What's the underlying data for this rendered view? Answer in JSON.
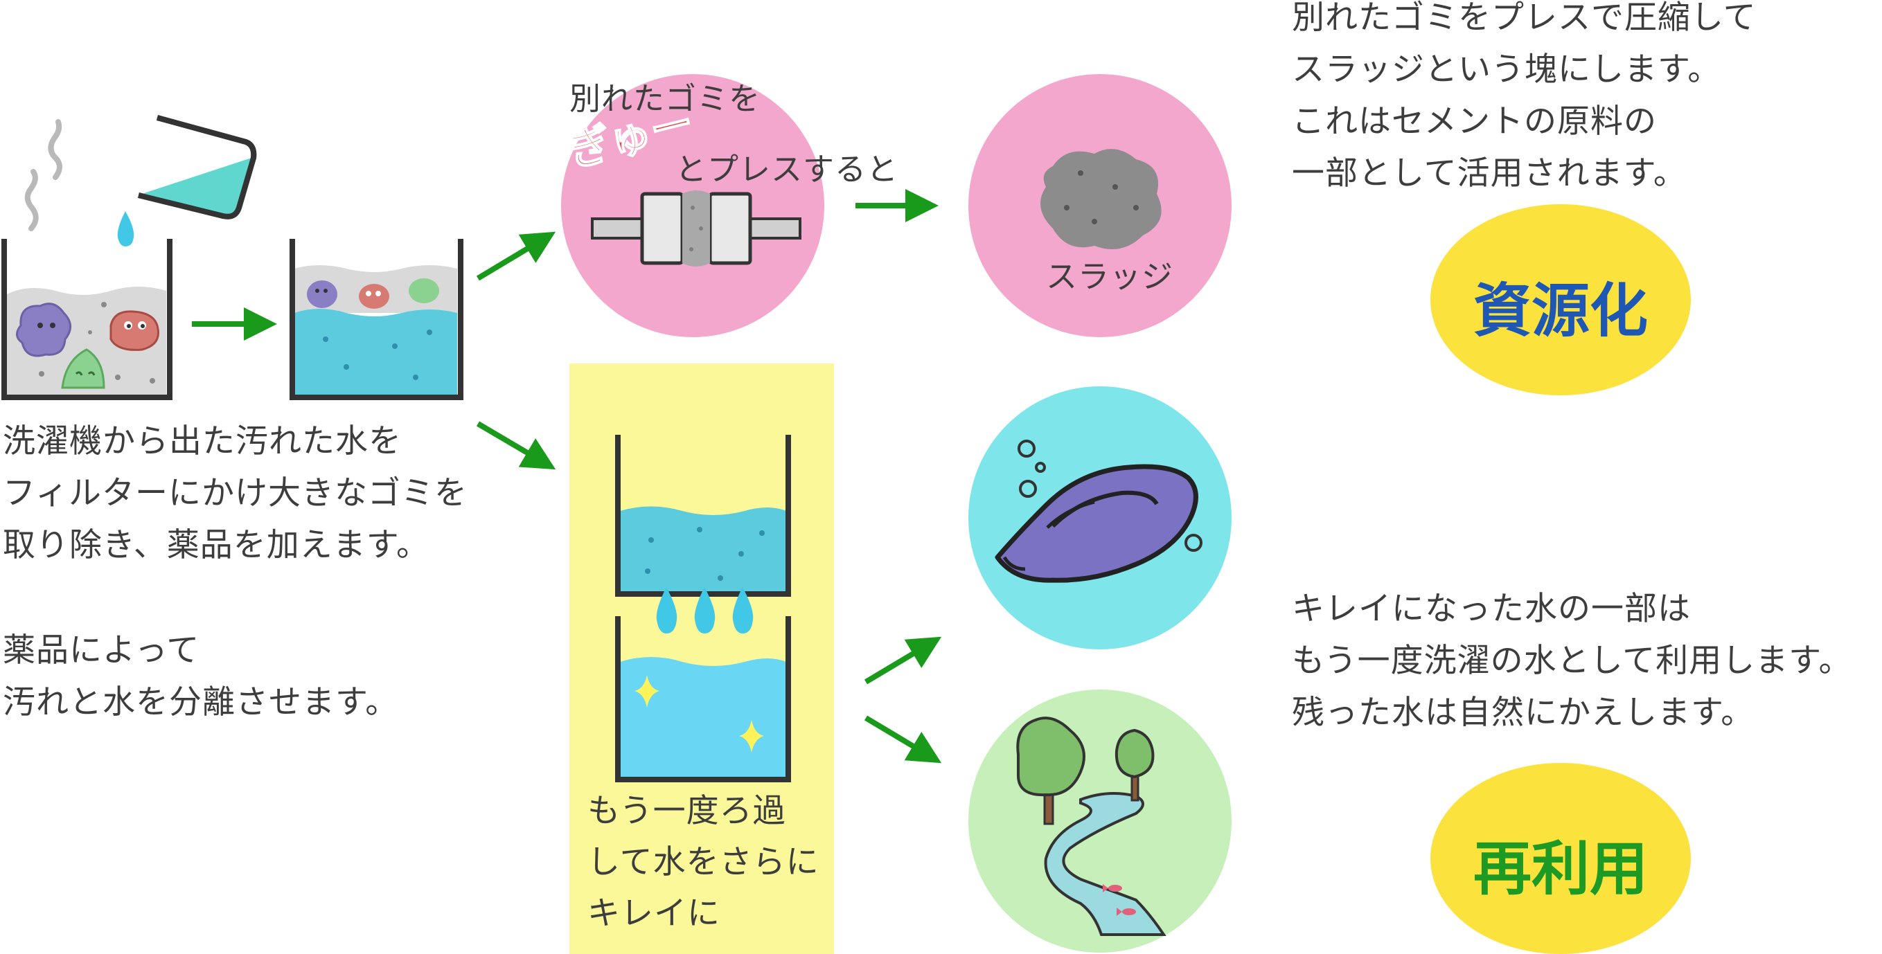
{
  "left_text": {
    "lines": [
      "洗濯機から出た汚れた水を",
      "フィルターにかけ大きなゴミを",
      "取り除き、薬品を加えます。"
    ],
    "lines2": [
      "薬品によって",
      "汚れと水を分離させます。"
    ]
  },
  "press_circle": {
    "line1": "別れたゴミを",
    "squeeze": "ぎゅー",
    "line2": "とプレスすると"
  },
  "sludge_label": "スラッジ",
  "filter_text": [
    "もう一度ろ過",
    "して水をさらに",
    "キレイに"
  ],
  "top_right_text": [
    "別れたゴミをプレスで圧縮して",
    "スラッジという塊にします。",
    "これはセメントの原料の",
    "一部として活用されます。"
  ],
  "bottom_right_text": [
    "キレイになった水の一部は",
    "もう一度洗濯の水として利用します。",
    "残った水は自然にかえします。"
  ],
  "badges": {
    "resource": "資源化",
    "reuse": "再利用"
  },
  "colors": {
    "arrow": "#1a9a1a",
    "pink": "#f4a7cc",
    "cyan": "#7ee6ea",
    "light_green": "#c6efb9",
    "yellow_panel": "#fbf899",
    "badge_yellow": "#fbe23c",
    "badge_blue_text": "#1f57b5",
    "badge_green_text": "#1d9a24",
    "water": "#5ccbde",
    "clean_water": "#69d6f3",
    "squeeze_red": "#e8424e"
  }
}
